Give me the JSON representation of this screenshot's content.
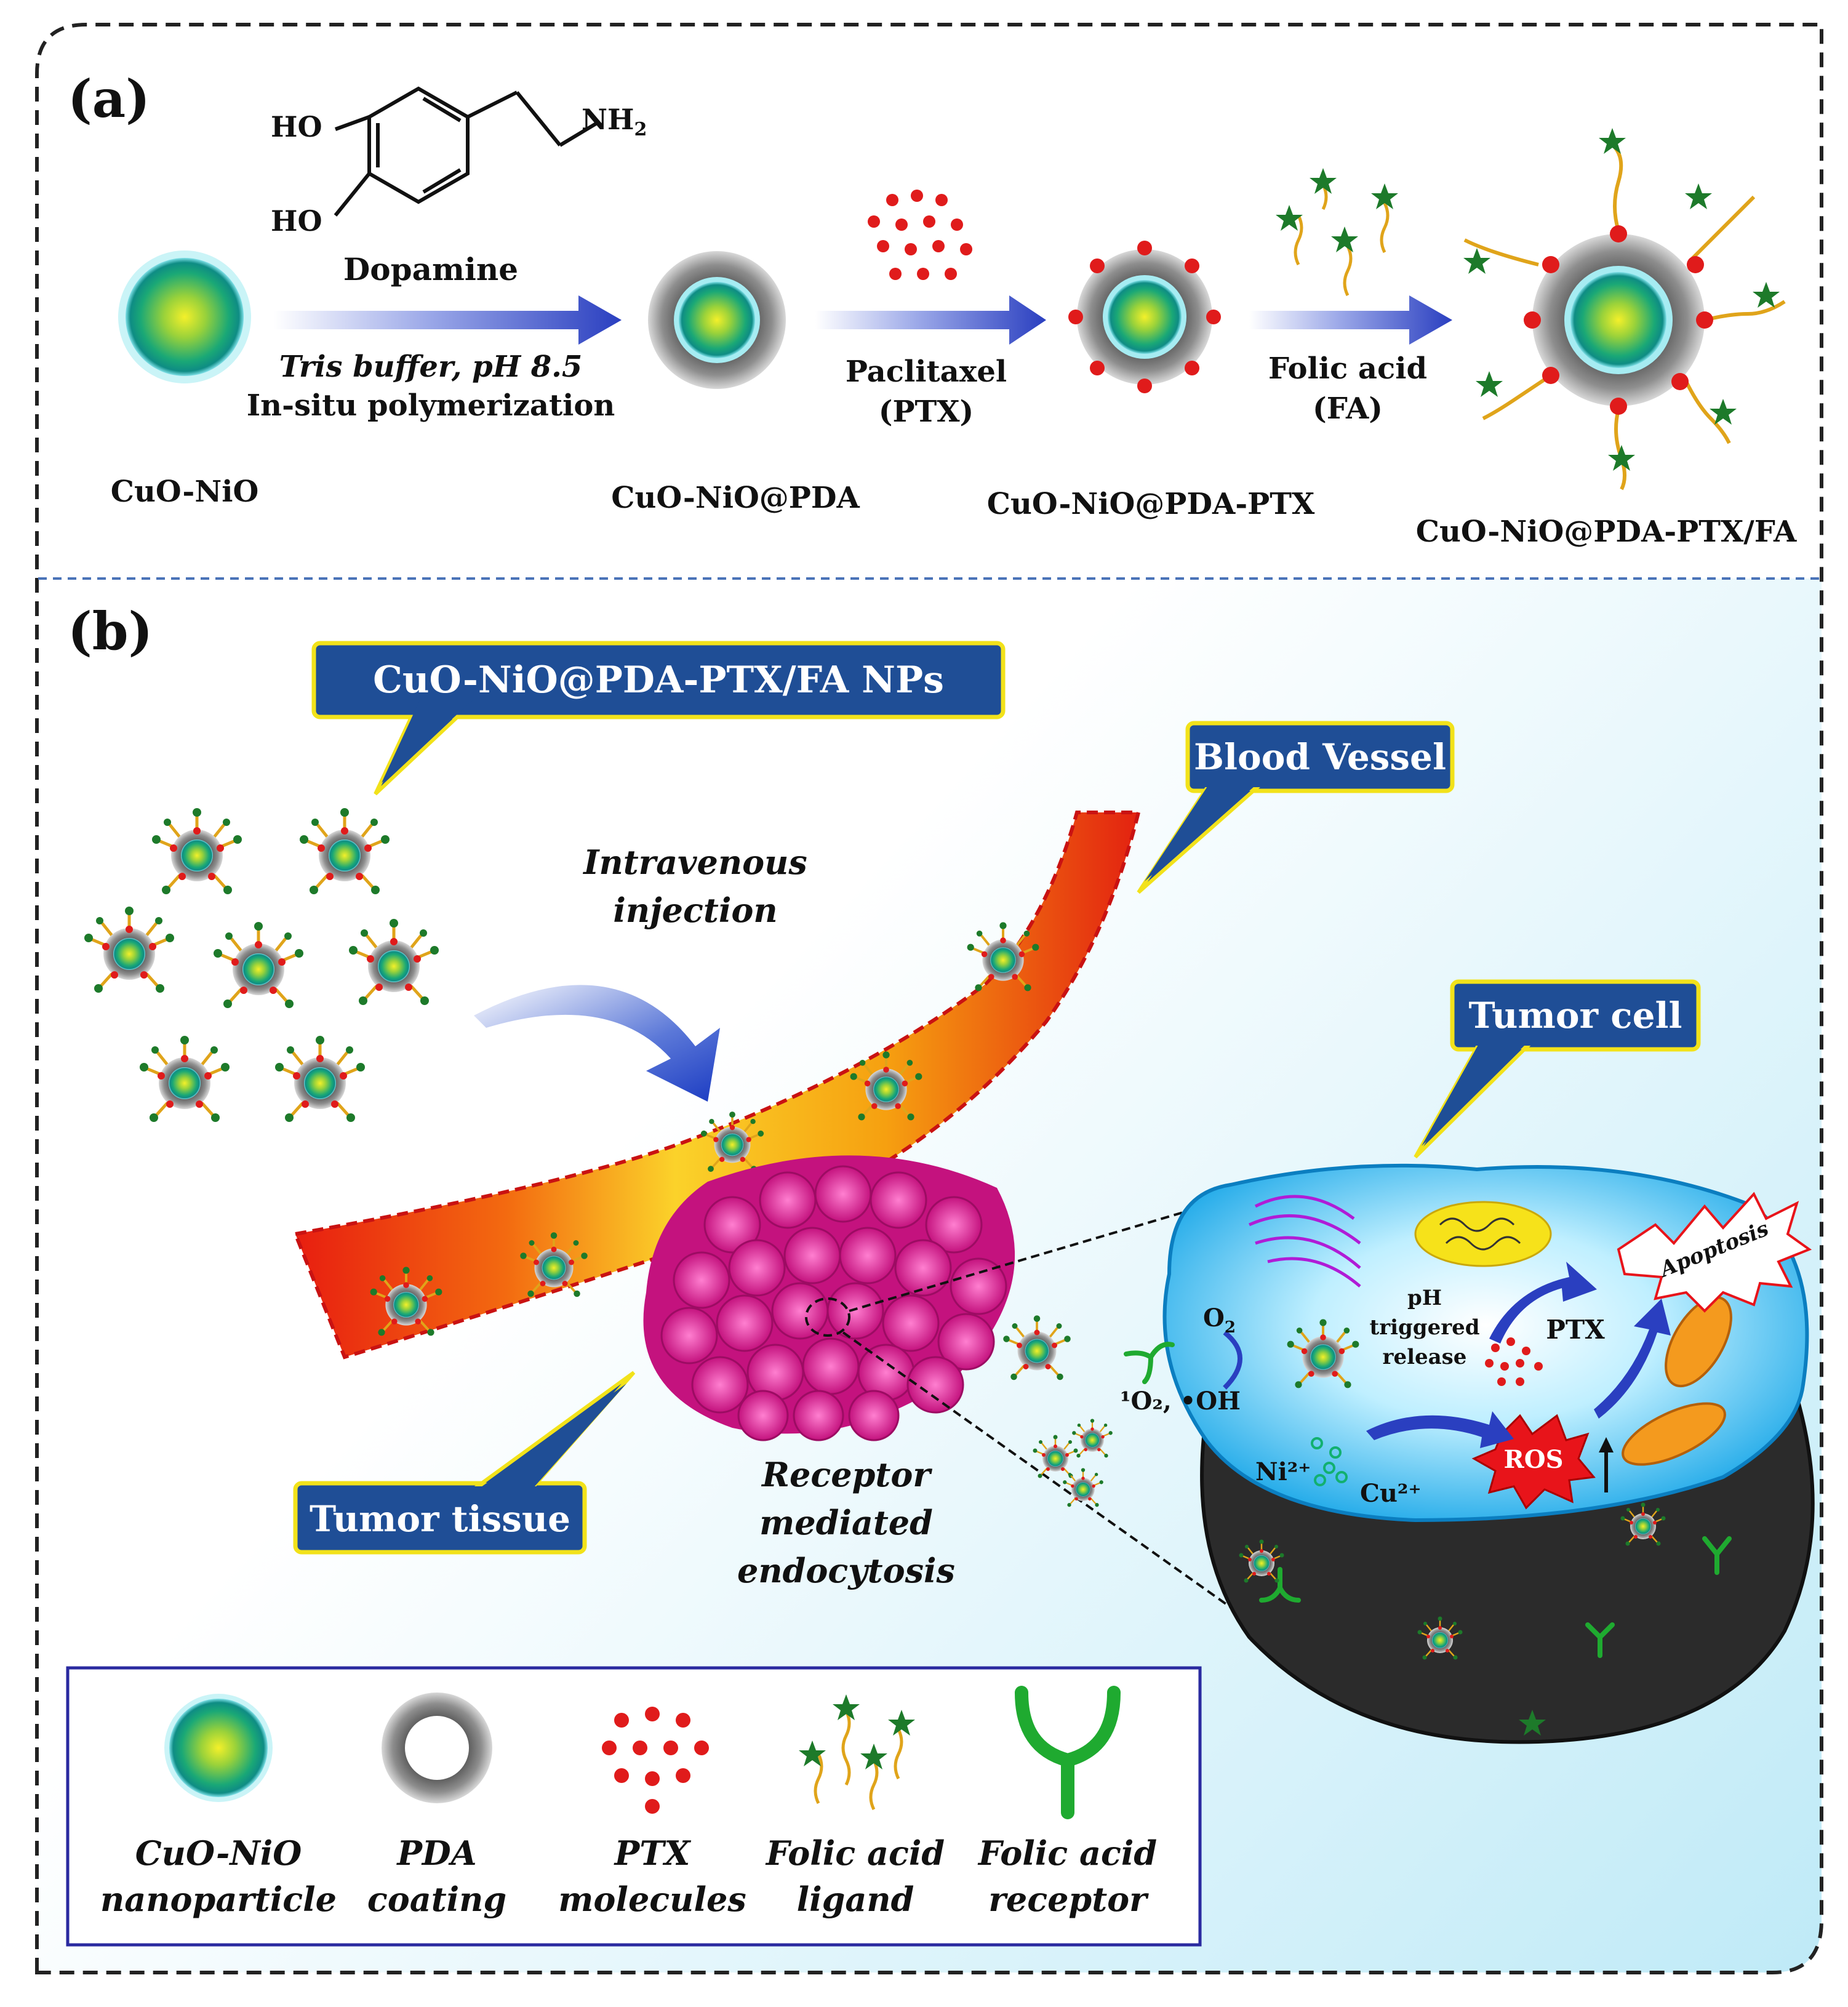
{
  "panel_a": {
    "letter": "(a)",
    "chem": {
      "ho_top": "HO",
      "ho_bottom": "HO",
      "nh2": "NH",
      "nh2_sub": "2",
      "name": "Dopamine"
    },
    "step1": {
      "line1": "Tris buffer, pH 8.5",
      "line2": "In-situ polymerization"
    },
    "step2": {
      "line1": "Paclitaxel",
      "line2": "(PTX)"
    },
    "step3": {
      "line1": "Folic acid",
      "line2": "(FA)"
    },
    "labels": {
      "cuo_nio": "CuO-NiO",
      "cuo_nio_pda": "CuO-NiO@PDA",
      "cuo_nio_pda_ptx": "CuO-NiO@PDA-PTX",
      "cuo_nio_pda_ptx_fa": "CuO-NiO@PDA-PTX/FA"
    }
  },
  "panel_b": {
    "letter": "(b)",
    "callouts": {
      "nps": "CuO-NiO@PDA-PTX/FA NPs",
      "blood_vessel": "Blood Vessel",
      "tumor_cell": "Tumor cell",
      "tumor_tissue": "Tumor tissue"
    },
    "injection": {
      "line1": "Intravenous",
      "line2": "injection"
    },
    "endocytosis": {
      "line1": "Receptor",
      "line2": "mediated",
      "line3": "endocytosis"
    },
    "cell": {
      "o2": "O",
      "o2_sub": "2",
      "ros_species": "¹O₂, •OH",
      "ph_release": {
        "line1": "pH",
        "line2": "triggered",
        "line3": "release"
      },
      "ptx": "PTX",
      "ni": "Ni²⁺",
      "cu": "Cu²⁺",
      "ros": "ROS",
      "apoptosis": "Apoptosis"
    }
  },
  "legend": {
    "items": [
      {
        "line1": "CuO-NiO",
        "line2": "nanoparticle"
      },
      {
        "line1": "PDA",
        "line2": "coating"
      },
      {
        "line1": "PTX",
        "line2": "molecules"
      },
      {
        "line1": "Folic acid",
        "line2": "ligand"
      },
      {
        "line1": "Folic acid",
        "line2": "receptor"
      }
    ]
  },
  "colors": {
    "callout_fill": "#1f4e96",
    "callout_border": "#f2e21a",
    "arrow_blue": "#2a4fc6",
    "ptx_red": "#e01b1b",
    "ligand_green": "#1d7a2a",
    "tumor_pink": "#e0359c"
  }
}
